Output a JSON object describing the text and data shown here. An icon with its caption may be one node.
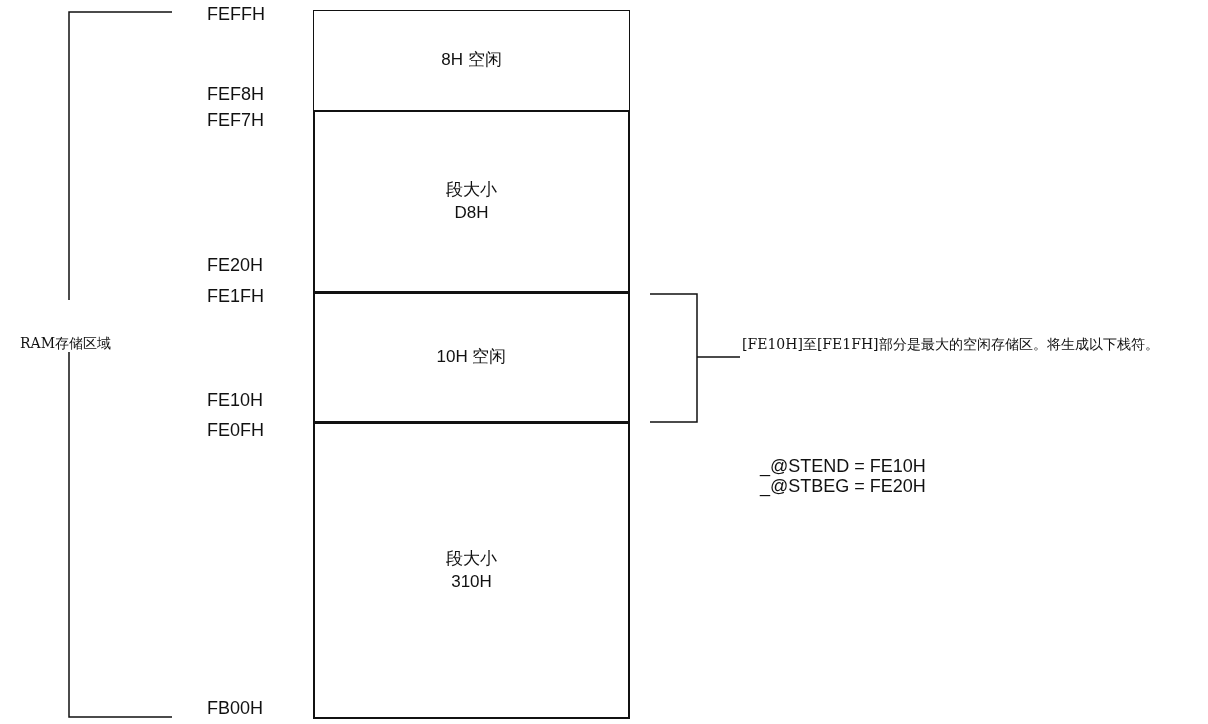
{
  "diagram": {
    "nodes": [
      {
        "text": [
          "8H 空闲"
        ]
      },
      {
        "text": [
          "段大小 D8H"
        ]
      },
      {
        "text": [
          "10H 空闲"
        ]
      },
      {
        "text": [
          "段大小 310H"
        ]
      }
    ],
    "edges": [],
    "labels": [
      "FEFFH",
      "FEF8H",
      "FEF7H",
      "FE20H",
      "FE1FH",
      "FE10H",
      "FE0FH",
      "FB00H",
      "RAM存储区域",
      "[FE10H]至[FE1FH]部分是最大的空闲存储区。将生成以下栈符。",
      "_@STEND = FE10H",
      "_@STBEG = FE20H"
    ]
  }
}
